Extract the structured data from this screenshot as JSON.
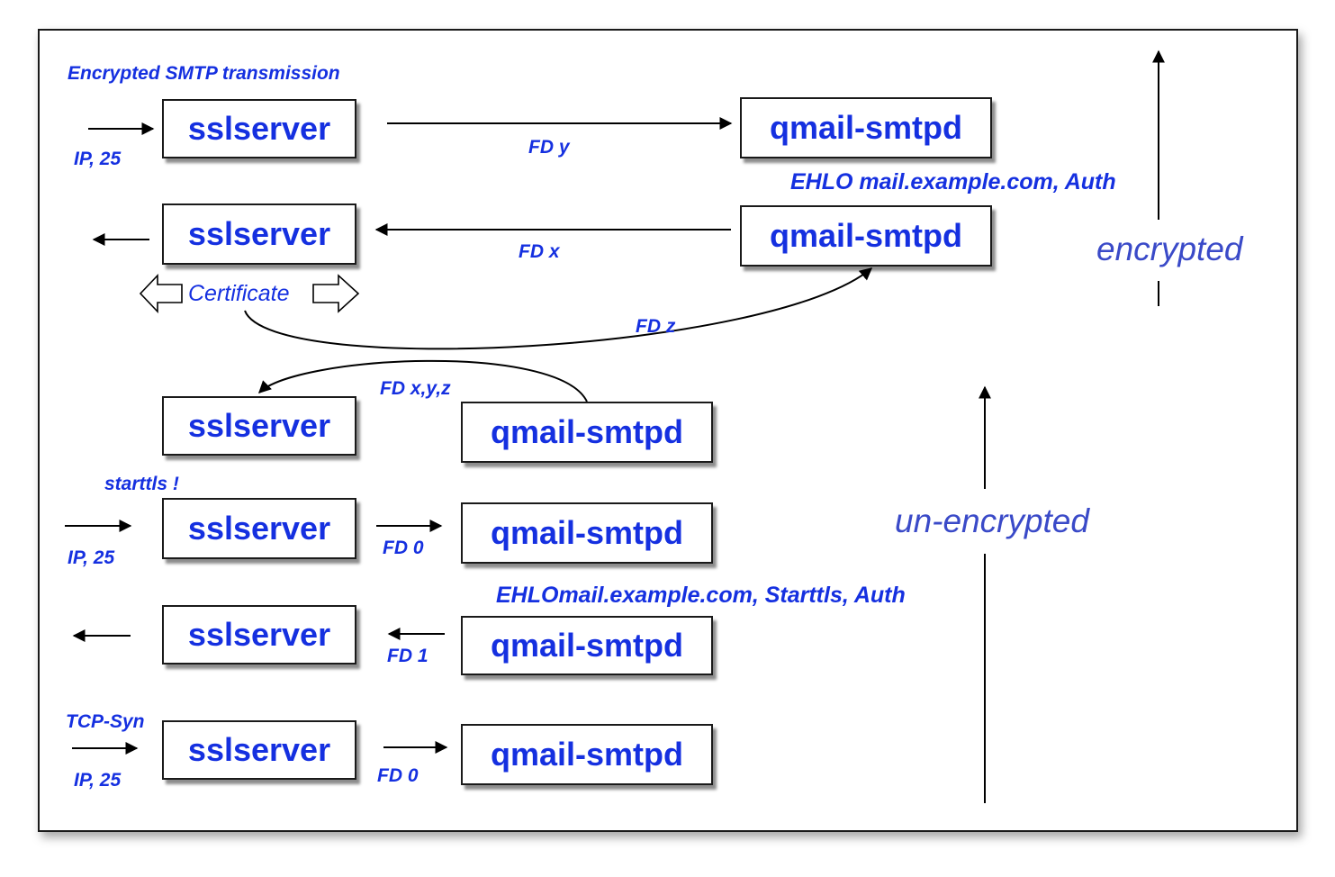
{
  "diagram": {
    "boxes": {
      "sslserver": "sslserver",
      "qmail": "qmail-smtpd"
    },
    "labels": {
      "encrypted_title": "Encrypted SMTP transmission",
      "ip25": "IP, 25",
      "fd_y": "FD y",
      "ehlo_auth": "EHLO mail.example.com, Auth",
      "fd_x": "FD x",
      "certificate": "Certificate",
      "fd_z": "FD z",
      "fd_xyz": "FD x,y,z",
      "starttls": "starttls !",
      "fd_0": "FD 0",
      "ehlo_starttls": "EHLOmail.example.com, Starttls, Auth",
      "fd_1": "FD 1",
      "tcp_syn": "TCP-Syn"
    },
    "zones": {
      "encrypted": "encrypted",
      "unencrypted": "un-encrypted"
    }
  }
}
